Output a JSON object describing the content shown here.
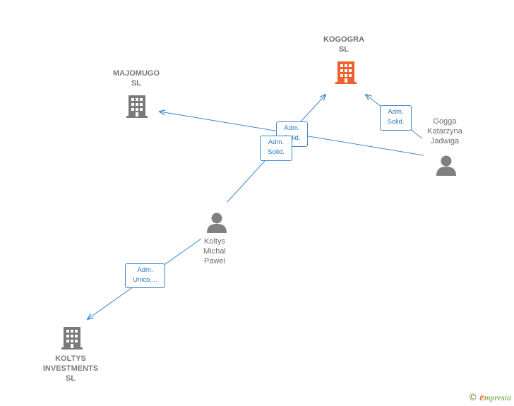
{
  "nodes": {
    "kogogra": {
      "label": "KOGOGRA\nSL",
      "color": "#f0602d"
    },
    "majomugo": {
      "label": "MAJOMUGO\nSL",
      "color": "#7a7a7a"
    },
    "koltys_investments": {
      "label": "KOLTYS\nINVESTMENTS\nSL",
      "color": "#7a7a7a"
    },
    "gogga": {
      "label": "Gogga\nKatarzyna\nJadwiga",
      "color": "#808080"
    },
    "koltys_michal": {
      "label": "Koltys\nMichal\nPawel",
      "color": "#808080"
    }
  },
  "edges": {
    "gogga_to_majomugo": "Adm.\nSolid.",
    "michal_to_kogogra": "Adm.\nSolid.",
    "gogga_to_kogogra": "Adm.\nSolid.",
    "michal_to_koltys_investments": "Adm.\nUnico,..."
  },
  "edge_color": "#3d86d1",
  "footer": {
    "copyright": "©",
    "brand_initial": "e",
    "brand_rest": "mpresia"
  }
}
